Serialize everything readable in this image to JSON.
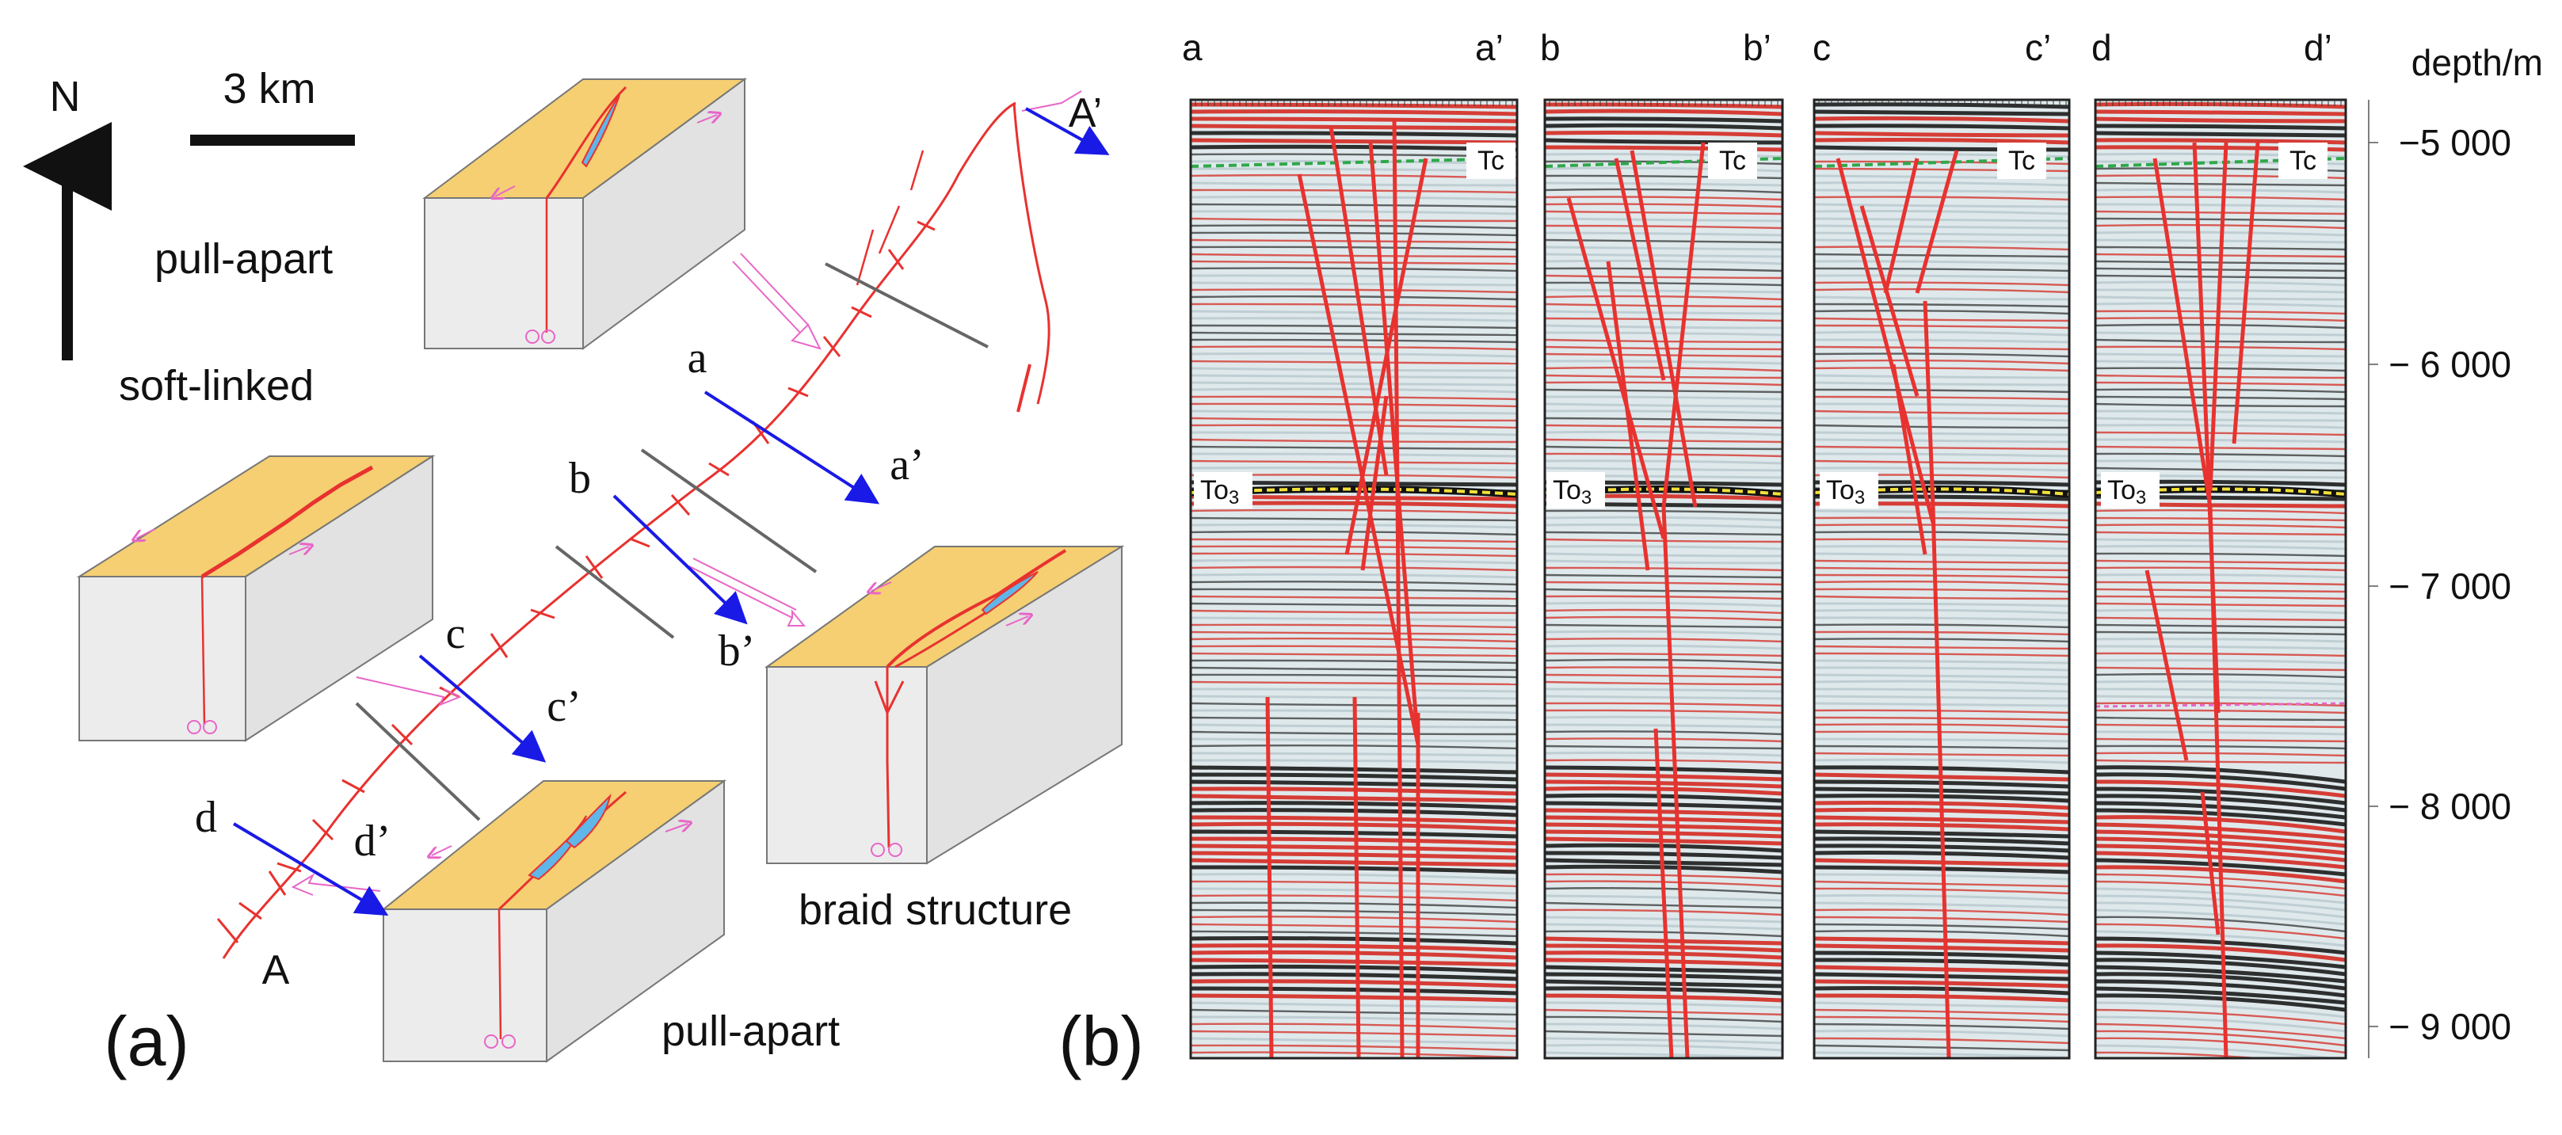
{
  "panel_a": {
    "panel_label": "(a)",
    "north_label": "N",
    "scale_label": "3 km",
    "labels": {
      "pull_apart_top": "pull-apart",
      "soft_linked": "soft-linked",
      "braid_structure": "braid structure",
      "pull_apart_bottom": "pull-apart",
      "A": "A",
      "A_prime": "A’"
    },
    "sections": [
      {
        "start": "a",
        "end": "a’"
      },
      {
        "start": "b",
        "end": "b’"
      },
      {
        "start": "c",
        "end": "c’"
      },
      {
        "start": "d",
        "end": "d’"
      }
    ]
  },
  "panel_b": {
    "panel_label": "(b)",
    "depth_label": "depth/m",
    "depth_ticks": [
      "−5 000",
      "− 6 000",
      "− 7 000",
      "− 8 000",
      "− 9 000"
    ],
    "horizon_tc": "Tc",
    "horizon_to3_base": "To",
    "horizon_to3_sub": "3",
    "profiles": [
      {
        "start": "a",
        "end": "a’"
      },
      {
        "start": "b",
        "end": "b’"
      },
      {
        "start": "c",
        "end": "c’"
      },
      {
        "start": "d",
        "end": "d’"
      }
    ]
  },
  "colors": {
    "fault": "#e8322f",
    "arrow": "#1a1ae6",
    "block_top": "#f5cf72",
    "block_side": "#ececec",
    "pink": "#e866c8",
    "seismic_red": "#d42a22",
    "tc_line": "#2fa84a",
    "to3_line": "#f2e03a"
  }
}
